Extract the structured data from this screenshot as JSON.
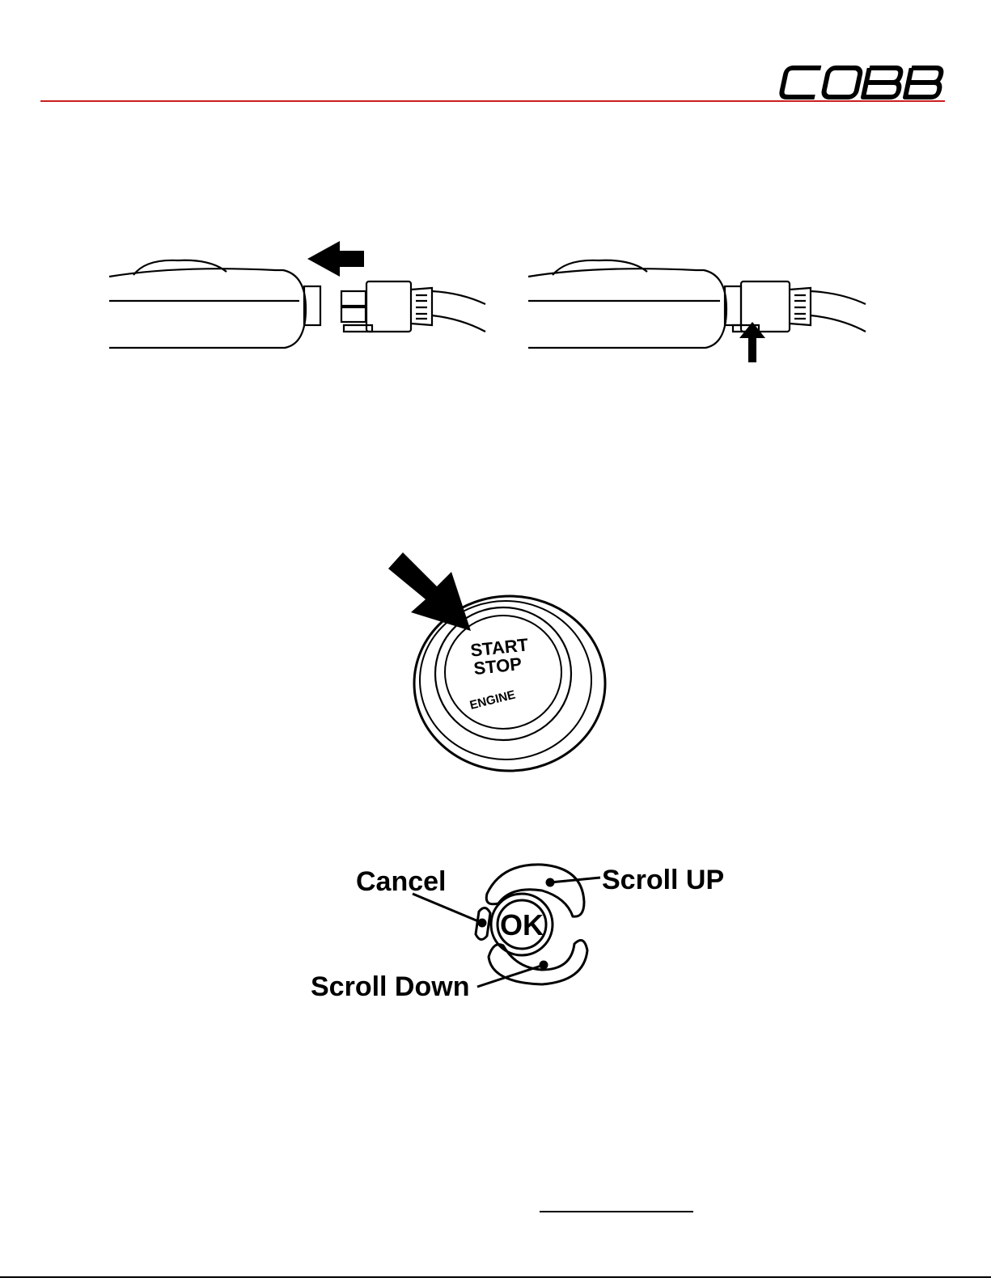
{
  "header": {
    "logo_text": "COBB",
    "accent_color": "#cc1f1f"
  },
  "figure_connect": {
    "arrow_icons": [
      "arrow-left-icon",
      "arrow-up-icon"
    ]
  },
  "figure_start_button": {
    "line1": "START",
    "line2": "STOP",
    "line3": "ENGINE"
  },
  "figure_controls": {
    "center_label": "OK",
    "cancel_label": "Cancel",
    "scroll_up_label": "Scroll UP",
    "scroll_down_label": "Scroll Down"
  }
}
